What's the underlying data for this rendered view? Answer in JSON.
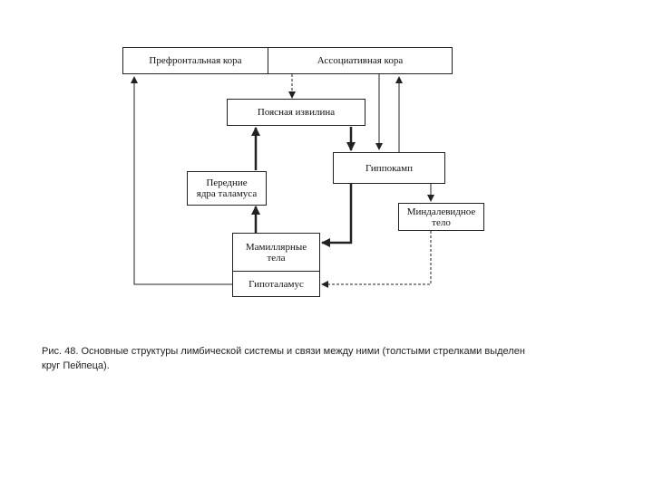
{
  "diagram": {
    "nodes": {
      "prefrontal": "Префронтальная кора",
      "association": "Ассоциативная кора",
      "cingulate": "Поясная извилина",
      "hippocampus": "Гиппокамп",
      "thalamus_line1": "Передние",
      "thalamus_line2": "ядра таламуса",
      "amygdala_line1": "Миндалевидное",
      "amygdala_line2": "тело",
      "mammillary_line1": "Мамиллярные",
      "mammillary_line2": "тела",
      "hypothalamus": "Гипоталамус"
    },
    "colors": {
      "line": "#222222",
      "background": "#ffffff"
    }
  },
  "caption": {
    "line1": "Рис. 48. Основные структуры лимбической системы и связи между ними (толстыми стрелками выделен",
    "line2": "круг Пейпеца)."
  }
}
